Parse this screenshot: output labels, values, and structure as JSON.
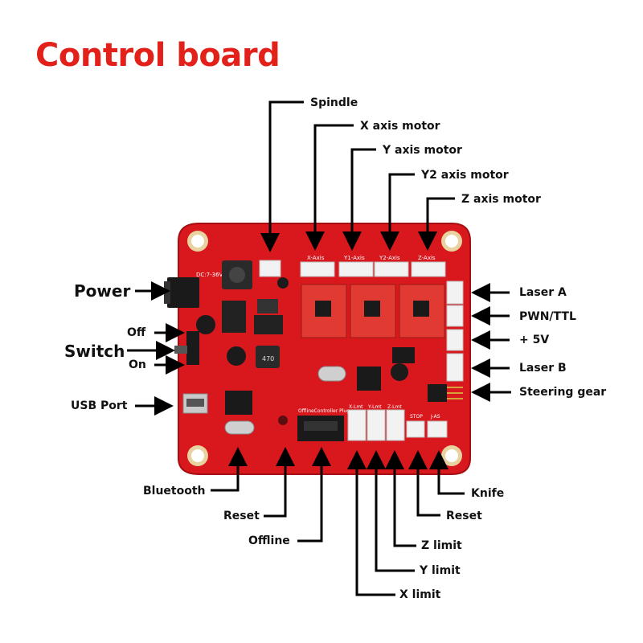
{
  "title": "Control board",
  "colors": {
    "title": "#e3211b",
    "board": "#d8181d",
    "board_edge": "#a50e13",
    "driver": "#e03a33",
    "connector": "#f2f2f2",
    "line": "#000000"
  },
  "board": {
    "silkscreen": {
      "x_axis": "X-Axis",
      "y1_axis": "Y1-Axis",
      "y2_axis": "Y2-Axis",
      "z_axis": "Z-Axis",
      "offline": "OfflineController Plug",
      "x_limit": "X-Lmt",
      "y_limit": "Y-Lmt",
      "z_limit": "Z-Lmt",
      "stop": "STOP",
      "knife": "J-AS",
      "power": "DC:7-36V",
      "inductor": "470"
    }
  },
  "labels": {
    "spindle": "Spindle",
    "x_axis_motor": "X axis motor",
    "y_axis_motor": "Y axis motor",
    "y2_axis_motor": "Y2 axis motor",
    "z_axis_motor": "Z axis motor",
    "power": "Power",
    "off": "Off",
    "switch": "Switch",
    "on": "On",
    "usb_port": "USB Port",
    "laser_a": "Laser A",
    "pwn_ttl": "PWN/TTL",
    "plus_5v": "+ 5V",
    "laser_b": "Laser B",
    "steering_gear": "Steering gear",
    "bluetooth": "Bluetooth",
    "reset_left": "Reset",
    "offline": "Offline",
    "knife": "Knife",
    "reset_right": "Reset",
    "z_limit": "Z limit",
    "y_limit": "Y limit",
    "x_limit": "X limit"
  }
}
